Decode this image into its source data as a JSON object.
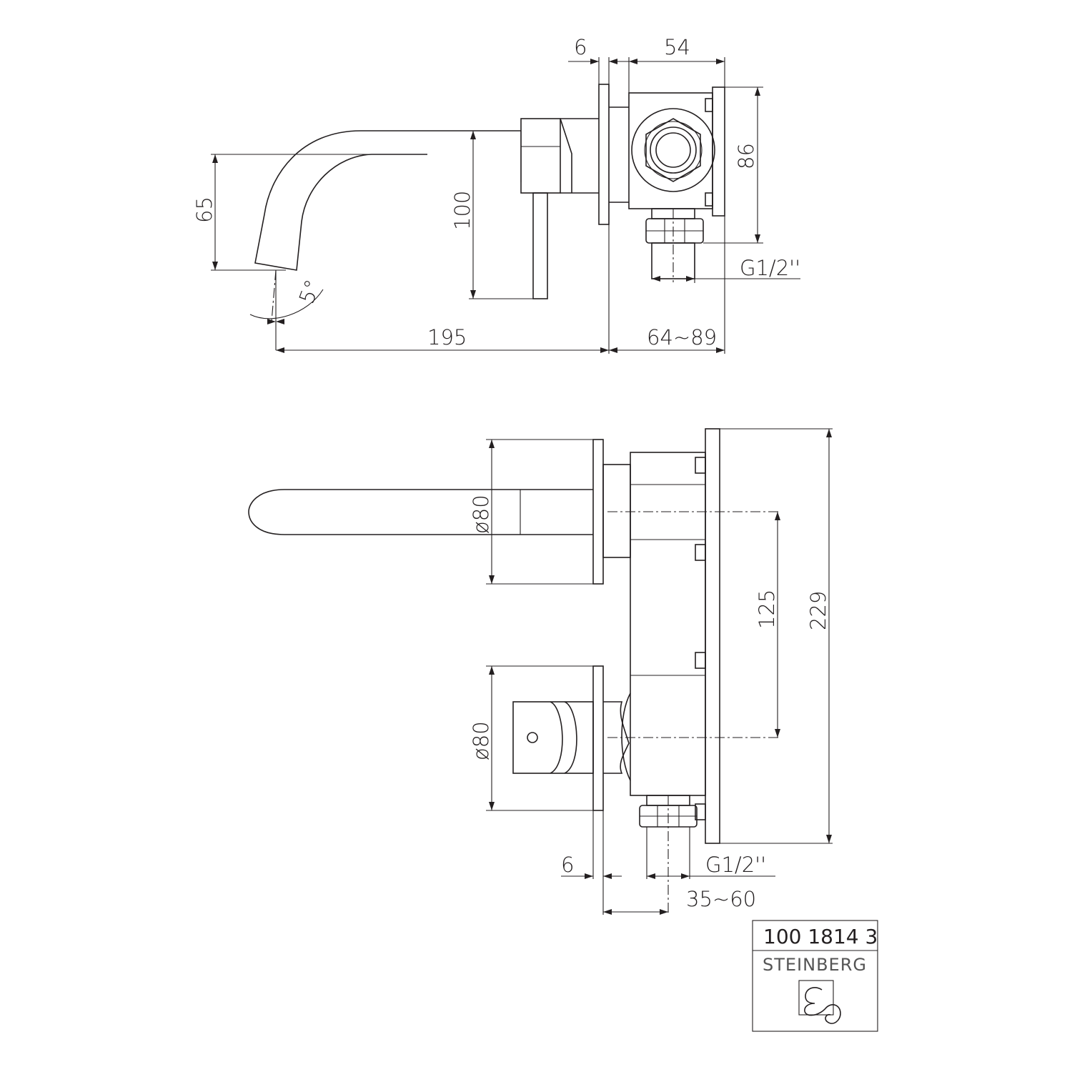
{
  "side_view": {
    "dims": {
      "flange_thickness": "6",
      "body_depth": "54",
      "body_height": "86",
      "spout_drop": "65",
      "lever_height": "100",
      "spout_angle": "5°",
      "spout_projection": "195",
      "install_depth": "64~89",
      "thread": "G1/2''"
    }
  },
  "front_view": {
    "dims": {
      "spout_plate_diameter": "ø80",
      "lever_plate_diameter": "ø80",
      "axis_distance": "125",
      "overall_height": "229",
      "flange_thickness": "6",
      "thread": "G1/2''",
      "install_depth": "35~60"
    }
  },
  "title_block": {
    "code": "100 1814 3",
    "brand": "STEINBERG",
    "logo": "steinberg-logo"
  }
}
